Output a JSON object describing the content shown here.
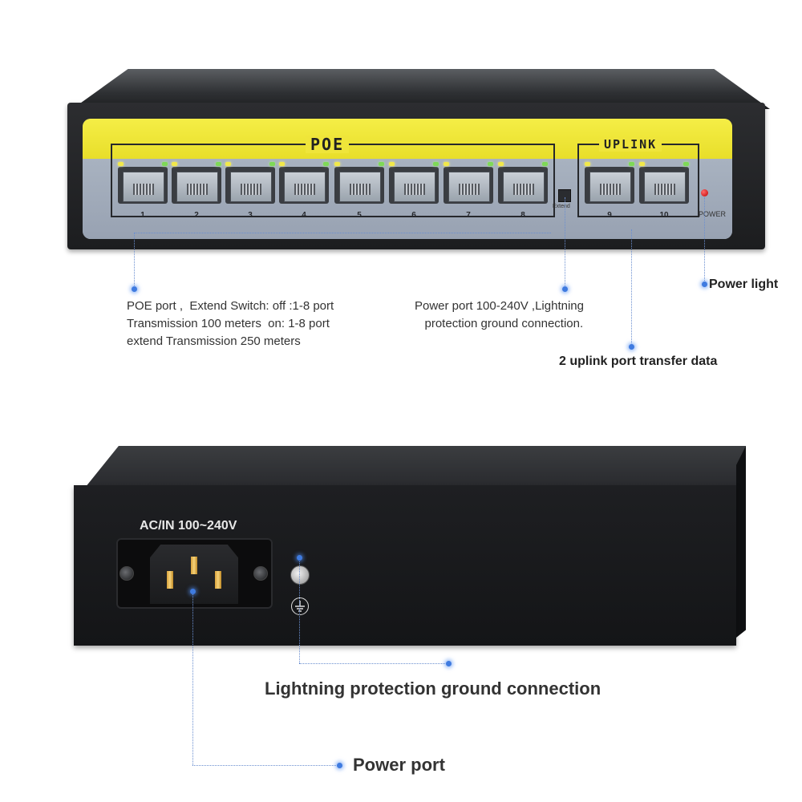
{
  "front_panel": {
    "poe_label": "POE",
    "uplink_label": "UPLINK",
    "port_numbers": [
      "1",
      "2",
      "3",
      "4",
      "5",
      "6",
      "7",
      "8",
      "9",
      "10"
    ],
    "extend_label": "Extend",
    "power_label": "POWER"
  },
  "callouts": {
    "poe_port_note": "POE port ,  Extend Switch: off :1-8 port\nTransmission 100 meters  on: 1-8 port\nextend Transmission 250 meters",
    "power_port_note": "Power port 100-240V ,Lightning\n   protection ground connection.",
    "power_light": "Power light",
    "uplink_note": "2 uplink port transfer data",
    "lightning_ground": "Lightning protection ground connection",
    "power_port": "Power port"
  },
  "back_panel": {
    "ac_label": "AC/IN 100~240V"
  },
  "colors": {
    "panel_yellow": "#f0e63a",
    "panel_blue": "#a1aab8",
    "callout_line": "#6b8fd0",
    "callout_dot": "#3f7be0"
  }
}
